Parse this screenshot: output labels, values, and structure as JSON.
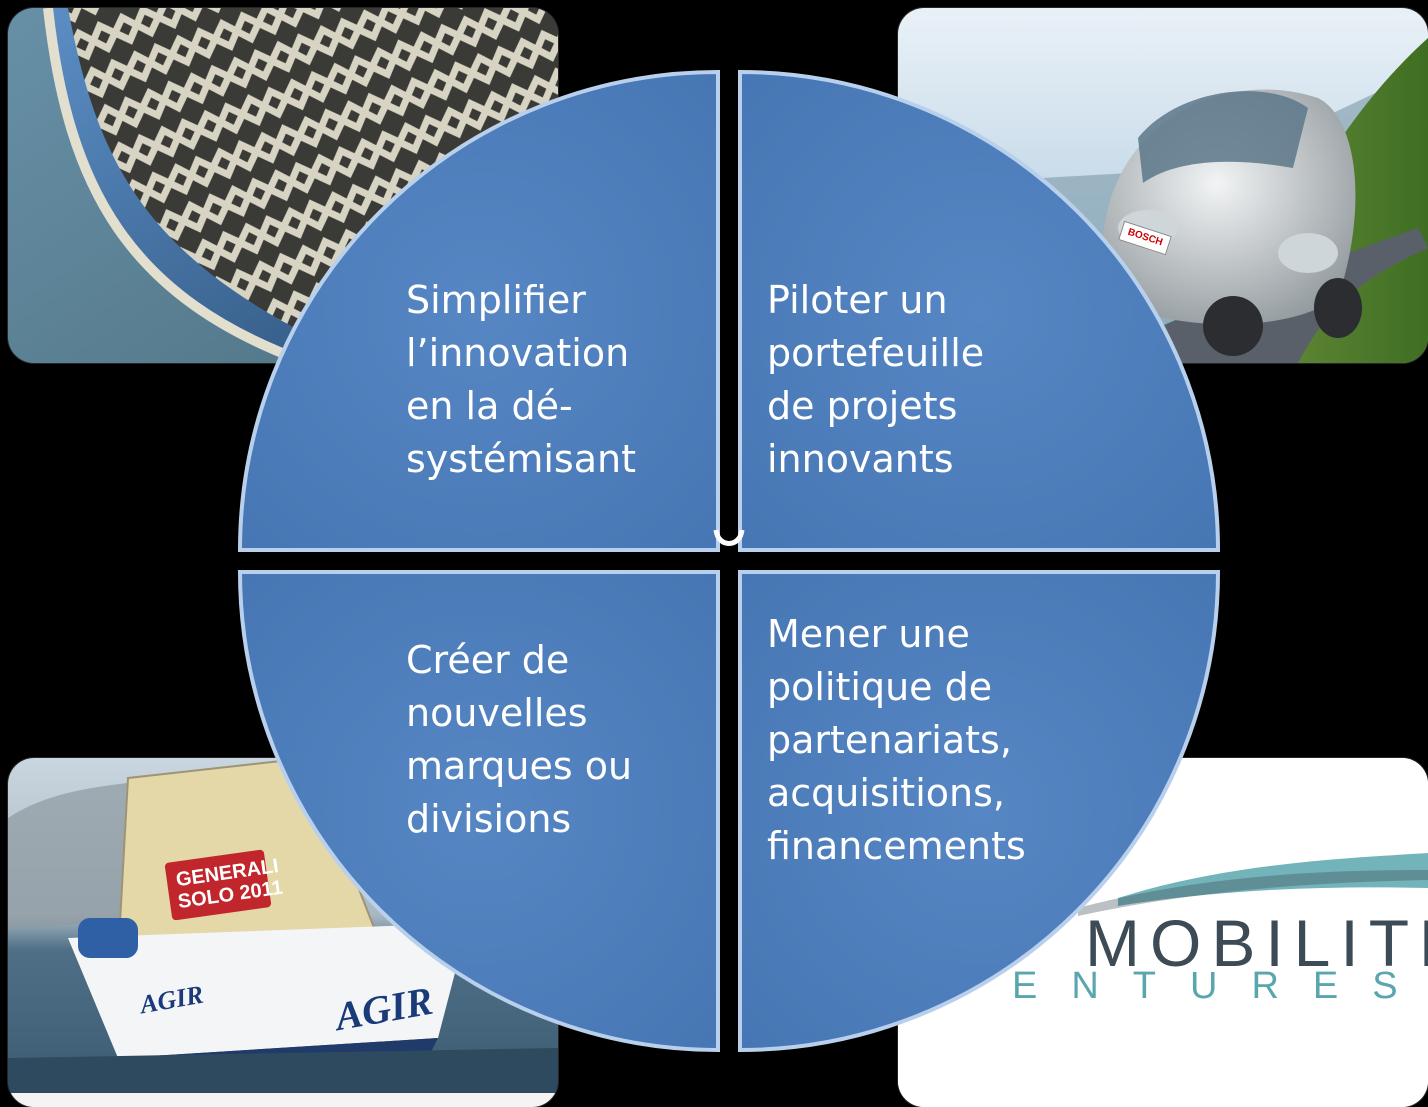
{
  "quadrants": [
    {
      "id": "top-left",
      "text": "Simplifier\nl’innovation\nen la dé-\nsystémisant"
    },
    {
      "id": "top-right",
      "text": "Piloter un\nportefeuille\nde projets\ninnovants"
    },
    {
      "id": "bottom-left",
      "text": "Créer de\nnouvelles\nmarques ou\ndivisions"
    },
    {
      "id": "bottom-right",
      "text": "Mener une\npolitique de\npartenariats,\nacquisitions,\nfinancements"
    }
  ],
  "photos": {
    "top_left": {
      "subject": "architecture-lattice-facade"
    },
    "top_right": {
      "subject": "concept-car-road",
      "plate_text": "BOSCH"
    },
    "bottom_left": {
      "subject": "sailboat-race",
      "sail_text": "GENERALI\nSOLO 2011",
      "hull_text_1": "AGIR",
      "hull_text_2": "AGIR"
    },
    "bottom_right": {
      "subject": "logo",
      "logo_main": "MOBILITE",
      "logo_sub": "ENTURES"
    }
  },
  "colors": {
    "quadrant_fill": "#4f81bd",
    "quadrant_stroke": "#a9c4e6",
    "background": "#000000",
    "text": "#ffffff"
  }
}
